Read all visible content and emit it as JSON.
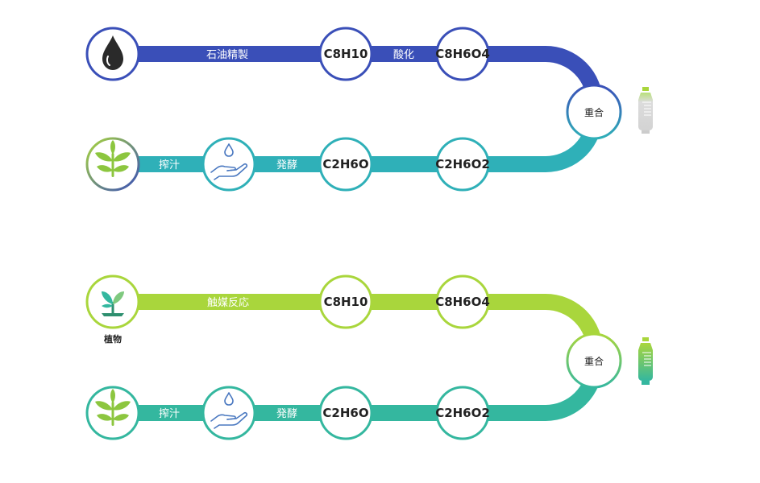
{
  "colors": {
    "blue": "#3a4fb8",
    "teal": "#2fb0b8",
    "lime": "#a9d63c",
    "green_teal": "#34b79f"
  },
  "diagram1": {
    "top_row": {
      "start_icon": "oil-drop-icon",
      "process1": "石油精製",
      "compound1": "C8H10",
      "process2": "酸化",
      "compound2": "C8H6O4"
    },
    "merge": "重合",
    "end_icon": "plastic-bottle-icon",
    "bottom_row": {
      "start_icon": "plant-icon",
      "process1": "搾汁",
      "mid_icon": "hand-drop-icon",
      "process2": "発酵",
      "compound1": "C2H6O",
      "compound2": "C2H6O2"
    }
  },
  "diagram2": {
    "top_row": {
      "start_icon": "sprout-icon",
      "start_caption": "植物",
      "process1": "触媒反応",
      "compound1": "C8H10",
      "compound2": "C8H6O4"
    },
    "merge": "重合",
    "end_icon": "plastic-bottle-icon",
    "bottom_row": {
      "start_icon": "plant-icon",
      "process1": "搾汁",
      "mid_icon": "hand-drop-icon",
      "process2": "発酵",
      "compound1": "C2H6O",
      "compound2": "C2H6O2"
    }
  }
}
